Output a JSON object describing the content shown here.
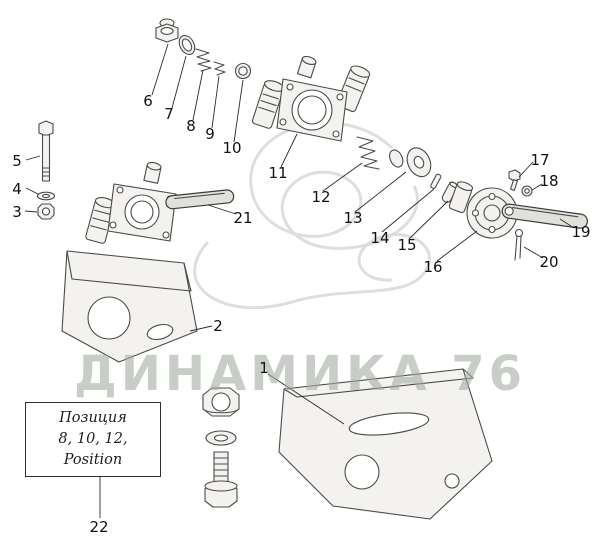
{
  "diagram": {
    "watermark": "ДИНАМИКА 76",
    "note_box": {
      "line1": "Позиция",
      "line2": "8, 10, 12,",
      "line3": "Position"
    },
    "callouts": [
      "1",
      "2",
      "3",
      "4",
      "5",
      "6",
      "7",
      "8",
      "9",
      "10",
      "11",
      "12",
      "13",
      "14",
      "15",
      "16",
      "17",
      "18",
      "19",
      "20",
      "21",
      "22"
    ]
  }
}
